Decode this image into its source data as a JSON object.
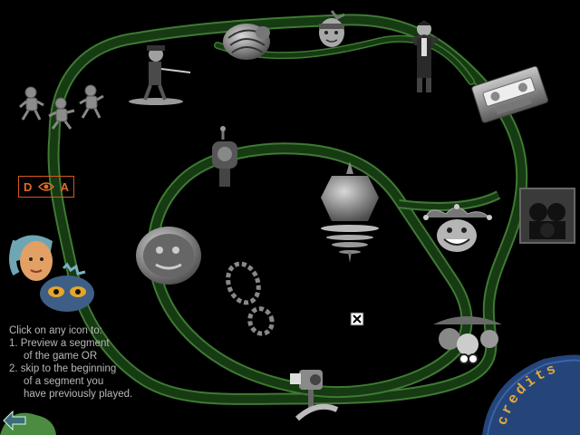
{
  "menu": {
    "dva_left": "D",
    "dva_right": "A",
    "instructions": [
      "Click on any icon to:",
      "1. Preview a segment",
      "of the game OR",
      "2. skip to the beginning",
      "of a segment you",
      "have previously played."
    ],
    "credits_label": "credits"
  },
  "icons": [
    "running-men-icon",
    "bowler-skater-icon",
    "armadillo-icon",
    "head-with-hand-icon",
    "vampire-icon",
    "cassette-tape-icon",
    "portrait-frame-icon",
    "jester-face-icon",
    "kids-group-icon",
    "video-camera-icon",
    "boot-print-icon",
    "stone-face-icon",
    "robot-head-icon",
    "spaceship-tower-icon",
    "cursor-icon",
    "back-arrow-icon"
  ],
  "colors": {
    "path": "#163a12",
    "path_edge": "#3f7a34",
    "dva_orange": "#e06a2a",
    "credits_bg": "#25457a",
    "credits_text": "#e2a93a",
    "back_arrow": "#3f6c78"
  }
}
